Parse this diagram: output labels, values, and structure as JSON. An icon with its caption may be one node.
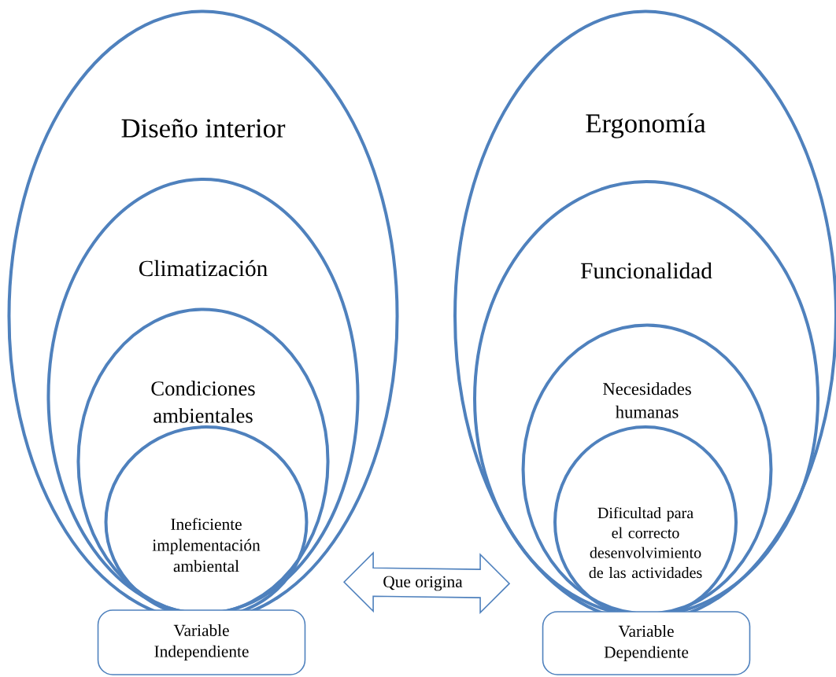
{
  "diagram": {
    "nodes": [
      {
        "text": [
          "Diseño interior"
        ]
      },
      {
        "text": [
          "Climatización"
        ],
        "in": 0
      },
      {
        "text": [
          "Condiciones ambientales"
        ],
        "in": 1
      },
      {
        "text": [
          "Ineficiente implementación ambiental"
        ],
        "in": 2
      },
      {
        "text": [
          "Variable Independiente"
        ]
      },
      {
        "text": [
          "Ergonomía"
        ]
      },
      {
        "text": [
          "Funcionalidad"
        ],
        "in": 5
      },
      {
        "text": [
          "Necesidades humanas"
        ],
        "in": 6
      },
      {
        "text": [
          "Dificultad para el correcto desenvolvimiento de las actividades"
        ],
        "in": 7
      },
      {
        "text": [
          "Variable Dependiente"
        ]
      }
    ],
    "edges": [
      {
        "from": 0,
        "to": 5,
        "arrow": "both",
        "label": "Que origina"
      }
    ]
  }
}
